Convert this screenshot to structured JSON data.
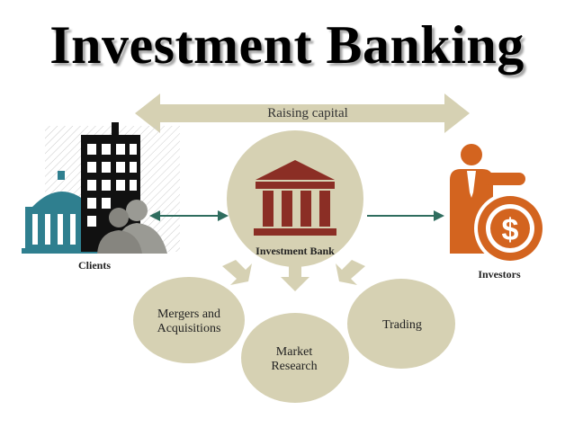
{
  "title": "Investment Banking",
  "raising_capital": "Raising capital",
  "clients_label": "Clients",
  "bank_label": "Investment Bank",
  "investors_label": "Investors",
  "services": {
    "mergers_line1": "Mergers and",
    "mergers_line2": "Acquisitions",
    "market_line1": "Market",
    "market_line2": "Research",
    "trading": "Trading"
  },
  "icons": {
    "clients": "buildings-and-people-icon",
    "bank": "bank-building-icon",
    "investors": "investor-dollar-icon"
  },
  "colors": {
    "khaki": "#d6d1b3",
    "khaki_arrow": "#c9c3a1",
    "bank_red": "#8b2e25",
    "teal": "#2f7f8f",
    "arrow_teal": "#2f6d5f",
    "orange": "#d3641f",
    "grey_people": "#9a9a94"
  }
}
